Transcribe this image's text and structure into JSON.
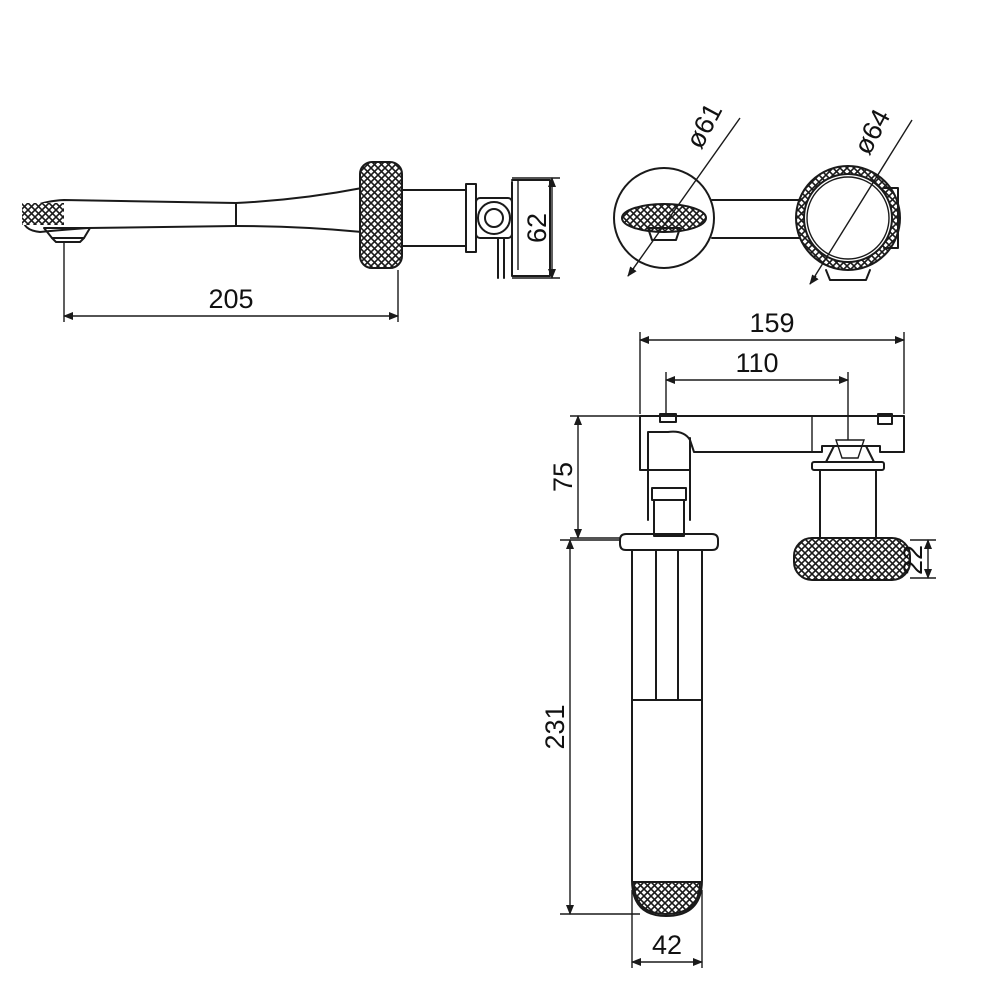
{
  "drawing": {
    "dimensions": {
      "spout_length": "205",
      "side_height": "62",
      "spout_diameter": "ø61",
      "handle_diameter": "ø64",
      "total_width": "159",
      "center_distance": "110",
      "body_height": "75",
      "handle_thickness": "22",
      "spout_drop": "231",
      "spout_width": "42"
    },
    "colors": {
      "line": "#1a1a1a",
      "background": "#ffffff"
    }
  }
}
